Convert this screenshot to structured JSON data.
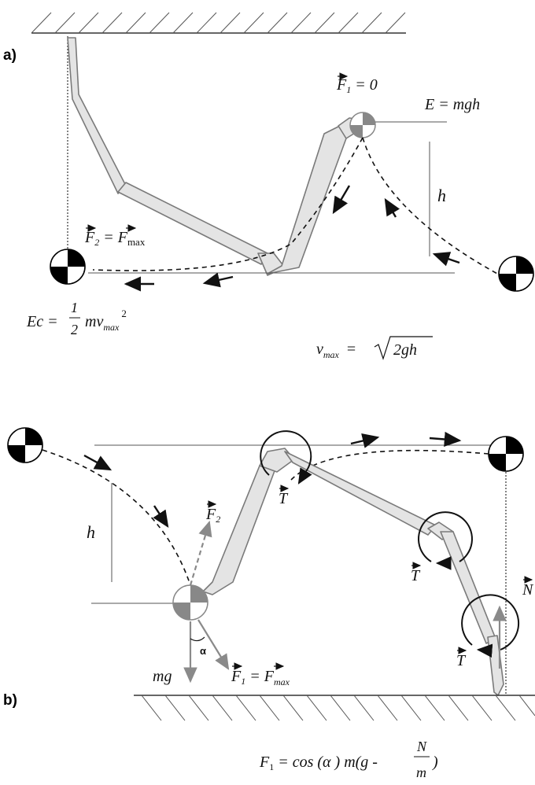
{
  "panel_a": {
    "label": "a)",
    "f1": "F",
    "f1_sub": "1",
    "f1_rest": " = 0",
    "energy": "E = mgh",
    "height": "h",
    "f2_lhs": "F",
    "f2_sub": "2",
    "f2_eq": " = F",
    "f2_max": "max",
    "ec_lhs": "Ec =",
    "ec_num": "1",
    "ec_den": "2",
    "ec_mv": "mv",
    "ec_max": "max",
    "ec_exp": "2",
    "vmax_v": "v",
    "vmax_sub": "max",
    "vmax_eq": "=",
    "vmax_rad": "2gh"
  },
  "panel_b": {
    "label": "b)",
    "height": "h",
    "f2": "F",
    "f2_sub": "2",
    "t": "T",
    "n": "N",
    "alpha": "α",
    "mg": "mg",
    "f1_lhs": "F",
    "f1_sub": "1",
    "f1_eq": " = F",
    "f1_max": "max",
    "formula_lhs": "F",
    "formula_sub": "1",
    "formula_mid": " = cos (α ) m(g -",
    "formula_num": "N",
    "formula_den": "m",
    "formula_end": ")"
  },
  "colors": {
    "ink": "#111111",
    "segment_fill": "#e4e4e4",
    "segment_stroke": "#7a7a7a",
    "grey_arrow": "#8a8a8a"
  }
}
